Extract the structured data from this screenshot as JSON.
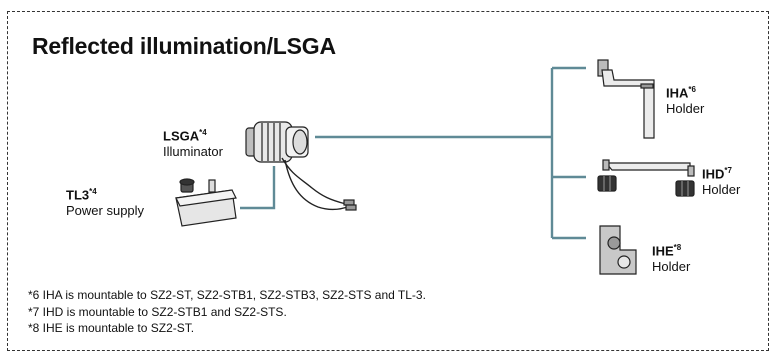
{
  "title": "Reflected illumination/LSGA",
  "items": {
    "lsga": {
      "code": "LSGA",
      "note": "*4",
      "desc": "Illuminator"
    },
    "tl3": {
      "code": "TL3",
      "note": "*4",
      "desc": "Power supply"
    },
    "iha": {
      "code": "IHA",
      "note": "*6",
      "desc": "Holder"
    },
    "ihd": {
      "code": "IHD",
      "note": "*7",
      "desc": "Holder"
    },
    "ihe": {
      "code": "IHE",
      "note": "*8",
      "desc": "Holder"
    }
  },
  "footnotes": [
    "*6 IHA is mountable to SZ2-ST, SZ2-STB1, SZ2-STB3, SZ2-STS and TL-3.",
    "*7 IHD is mountable to SZ2-STB1 and SZ2-STS.",
    "*8 IHE is mountable to SZ2-ST."
  ],
  "colors": {
    "connector": "#5f8a96",
    "part_fill": "#e6e6e6",
    "part_stroke": "#222222"
  }
}
